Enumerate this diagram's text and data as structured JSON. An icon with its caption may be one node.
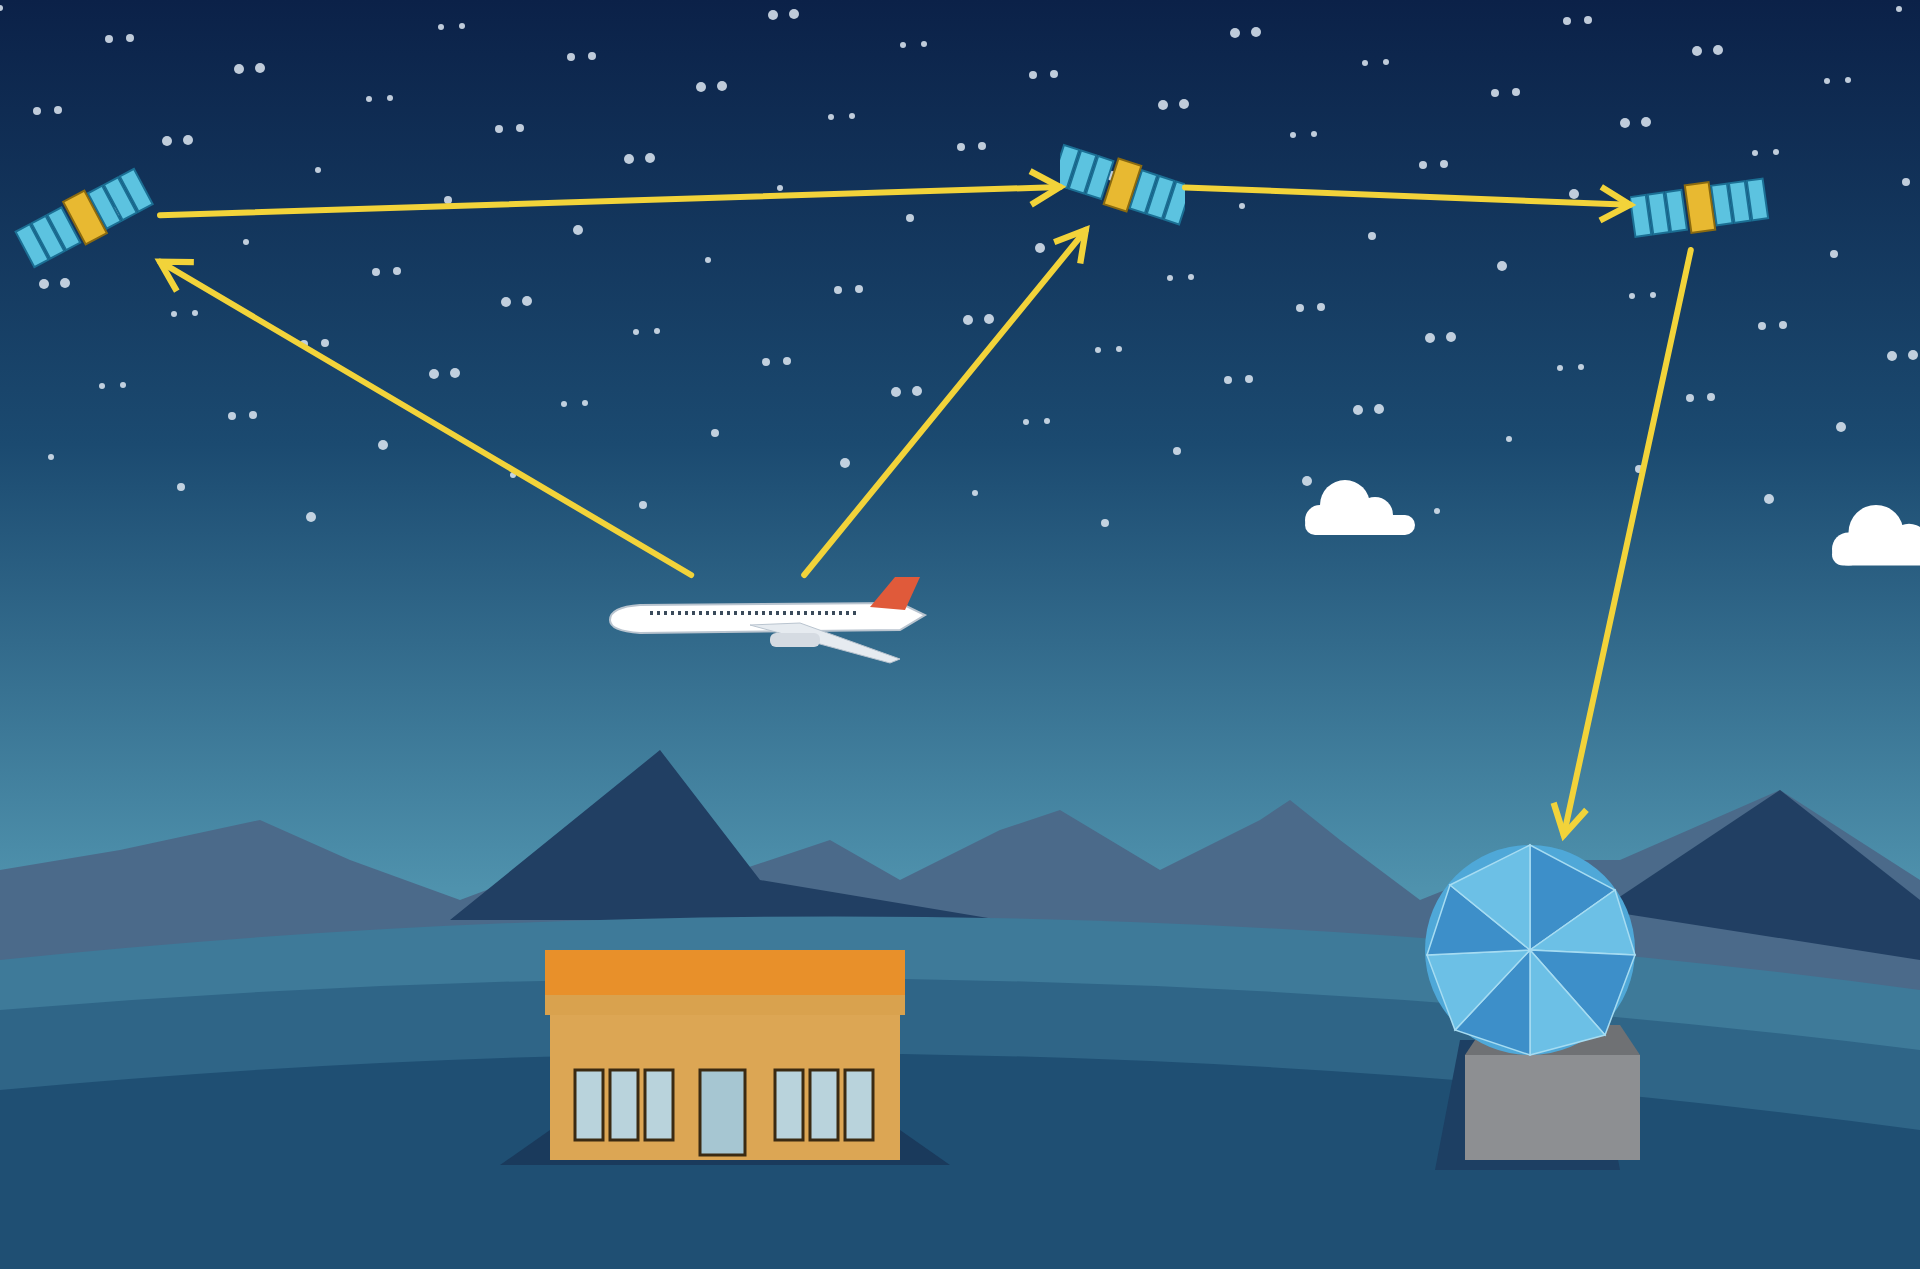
{
  "diagram": {
    "nodes": [
      {
        "text": [],
        "shape": "picture"
      },
      {
        "text": [],
        "shape": "picture"
      },
      {
        "text": [],
        "shape": "picture"
      },
      {
        "text": [],
        "shape": "picture"
      },
      {
        "text": [],
        "shape": "picture"
      },
      {
        "text": [],
        "shape": "picture"
      }
    ],
    "edges": [
      {
        "from": 0,
        "to": 1,
        "arrow": "to"
      },
      {
        "from": 3,
        "to": 0,
        "arrow": "to"
      },
      {
        "from": 3,
        "to": 1,
        "arrow": "to"
      },
      {
        "from": 1,
        "to": 2,
        "arrow": "to"
      },
      {
        "from": 2,
        "to": 4,
        "arrow": "to"
      }
    ]
  }
}
